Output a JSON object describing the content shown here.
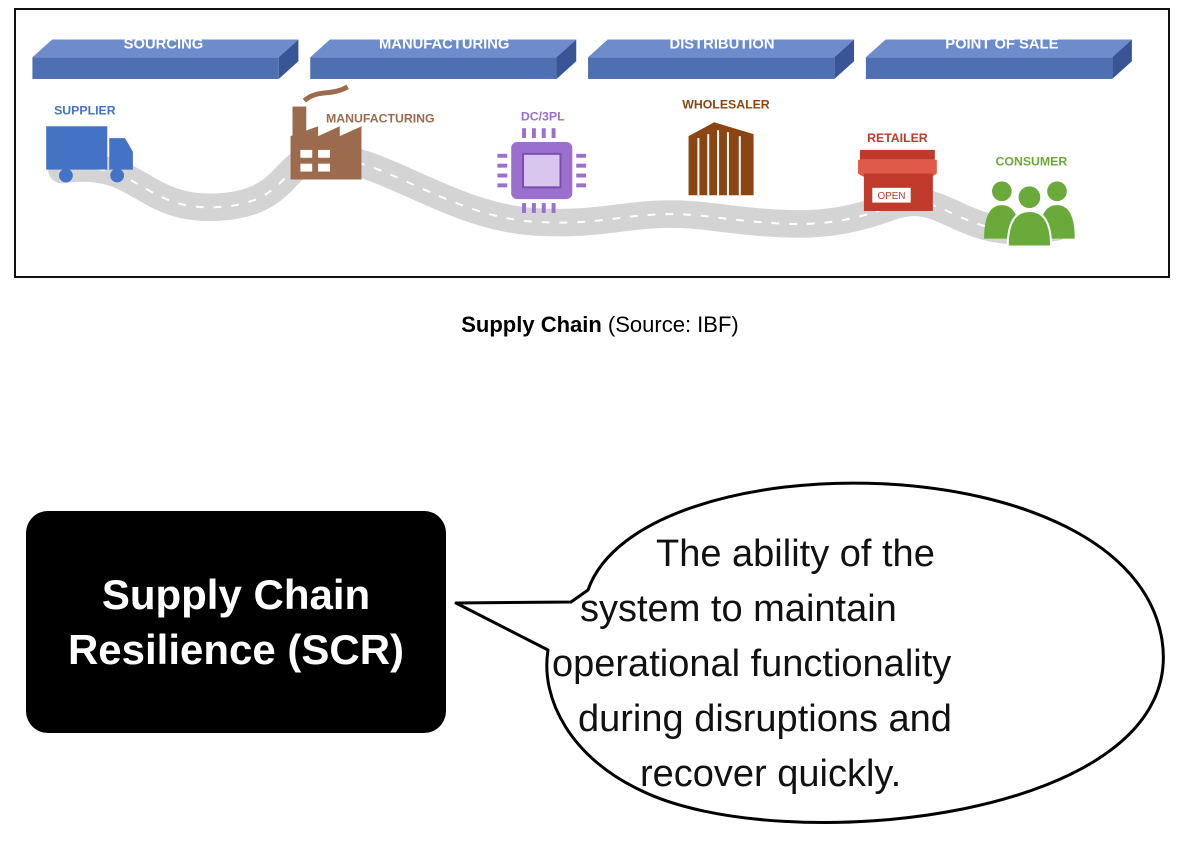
{
  "stages": [
    {
      "label": "SOURCING"
    },
    {
      "label": "MANUFACTURING"
    },
    {
      "label": "DISTRIBUTION"
    },
    {
      "label": "POINT OF SALE"
    }
  ],
  "nodes": [
    {
      "label": "SUPPLIER",
      "color": "#4472c4",
      "icon": "truck-icon"
    },
    {
      "label": "MANUFACTURING",
      "color": "#9c6b4e",
      "icon": "factory-icon"
    },
    {
      "label": "DC/3PL",
      "color": "#9b6fce",
      "icon": "chip-icon"
    },
    {
      "label": "WHOLESALER",
      "color": "#8b4513",
      "icon": "building-icon"
    },
    {
      "label": "RETAILER",
      "color": "#c0392b",
      "icon": "store-icon",
      "sign": "OPEN"
    },
    {
      "label": "CONSUMER",
      "color": "#6aaa3a",
      "icon": "people-icon"
    }
  ],
  "colors": {
    "stage_banner": "#4f6fb3",
    "road": "#d4d4d4"
  },
  "caption": {
    "bold": "Supply Chain",
    "rest": " (Source: IBF)"
  },
  "scr": {
    "title_line1": "Supply Chain",
    "title_line2": "Resilience (SCR)"
  },
  "definition": {
    "lines": [
      "The ability of the",
      "system to maintain",
      "operational functionality",
      "during disruptions and",
      "recover quickly."
    ]
  }
}
